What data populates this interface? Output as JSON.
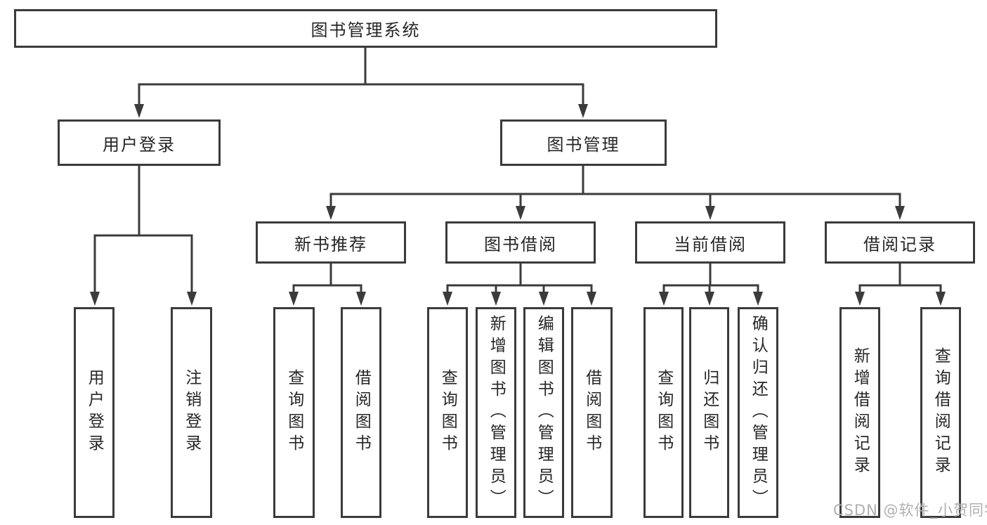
{
  "tree": {
    "label": "图书管理系统",
    "children": [
      {
        "label": "用户登录",
        "children": [
          {
            "label": "用户登录"
          },
          {
            "label": "注销登录"
          }
        ]
      },
      {
        "label": "图书管理",
        "children": [
          {
            "label": "新书推荐",
            "children": [
              {
                "label": "查询图书"
              },
              {
                "label": "借阅图书"
              }
            ]
          },
          {
            "label": "图书借阅",
            "children": [
              {
                "label": "查询图书"
              },
              {
                "label": "新增图书（管理员）"
              },
              {
                "label": "编辑图书（管理员）"
              },
              {
                "label": "借阅图书"
              }
            ]
          },
          {
            "label": "当前借阅",
            "children": [
              {
                "label": "查询图书"
              },
              {
                "label": "归还图书"
              },
              {
                "label": "确认归还（管理员）"
              }
            ]
          },
          {
            "label": "借阅记录",
            "children": [
              {
                "label": "新增借阅记录"
              },
              {
                "label": "查询借阅记录"
              }
            ]
          }
        ]
      }
    ]
  },
  "watermark": {
    "text": "CSDN @软件_小贺同学"
  },
  "colors": {
    "line": "#3b3b3b",
    "text": "#262626",
    "watermark": "#b0b0b0",
    "background": "#ffffff"
  }
}
